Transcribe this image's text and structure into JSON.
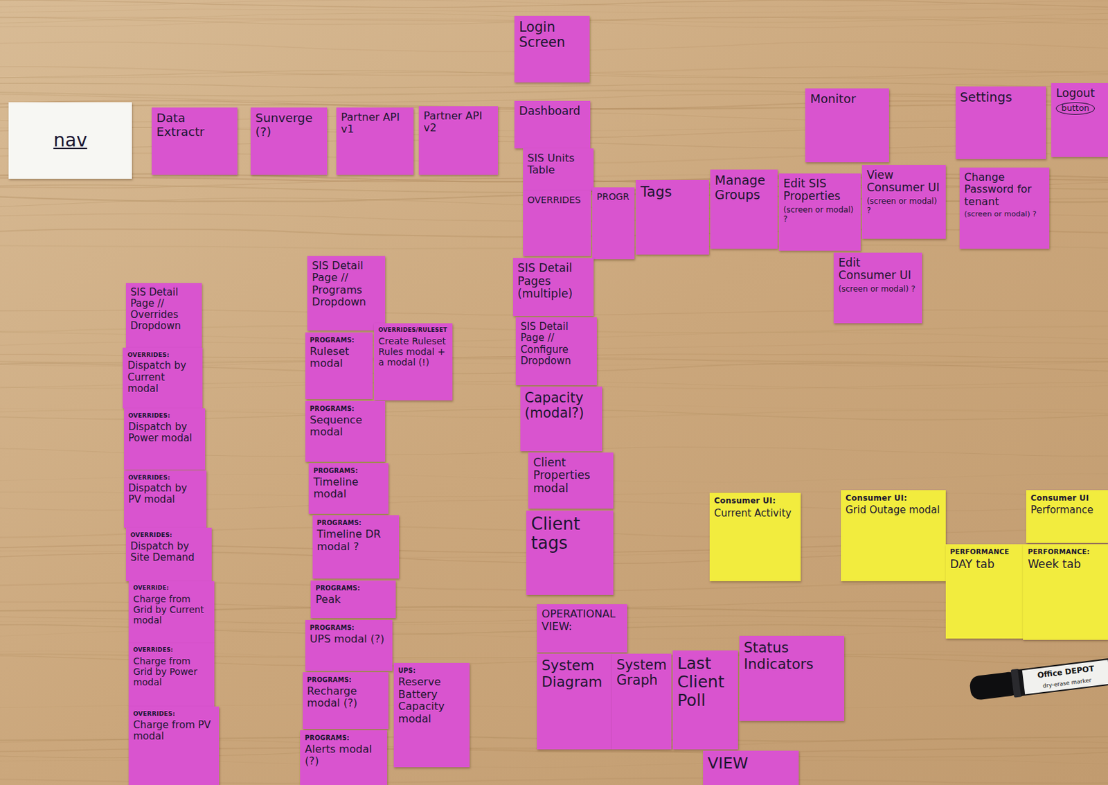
{
  "diagram": {
    "nodes": [
      {
        "text": [
          "nav"
        ]
      },
      {
        "text": [
          "Login Screen"
        ]
      },
      {
        "text": [
          "Data Extractr"
        ]
      },
      {
        "text": [
          "Sunverge (?)"
        ]
      },
      {
        "text": [
          "Partner API v1"
        ]
      },
      {
        "text": [
          "Partner API v2"
        ]
      },
      {
        "text": [
          "Dashboard"
        ]
      },
      {
        "text": [
          "SIS Units Table"
        ]
      },
      {
        "text": [
          "OVERRIDES"
        ]
      },
      {
        "text": [
          "PROGR"
        ]
      },
      {
        "text": [
          "Tags"
        ]
      },
      {
        "text": [
          "Manage Groups"
        ]
      },
      {
        "text": [
          "Edit SIS Properties",
          "(screen or modal) ?"
        ]
      },
      {
        "text": [
          "Monitor"
        ]
      },
      {
        "text": [
          "View Consumer UI",
          "(screen or modal) ?"
        ]
      },
      {
        "text": [
          "Edit Consumer UI",
          "(screen or modal) ?"
        ]
      },
      {
        "text": [
          "Settings"
        ]
      },
      {
        "text": [
          "Logout",
          "button"
        ]
      },
      {
        "text": [
          "Change Password for tenant",
          "(screen or modal) ?"
        ]
      },
      {
        "text": [
          "SIS Detail Page // Overrides Dropdown"
        ]
      },
      {
        "text": [
          "OVERRIDES:",
          "Dispatch by Current modal"
        ]
      },
      {
        "text": [
          "OVERRIDES:",
          "Dispatch by Power modal"
        ]
      },
      {
        "text": [
          "OVERRIDES:",
          "Dispatch by PV modal"
        ]
      },
      {
        "text": [
          "OVERRIDES:",
          "Dispatch by Site Demand"
        ]
      },
      {
        "text": [
          "OVERRIDE:",
          "Charge from Grid by Current modal"
        ]
      },
      {
        "text": [
          "OVERRIDES:",
          "Charge from Grid by Power modal"
        ]
      },
      {
        "text": [
          "OVERRIDES:",
          "Charge from PV modal"
        ]
      },
      {
        "text": [
          "SIS Detail Page // Programs Dropdown"
        ]
      },
      {
        "text": [
          "PROGRAMS:",
          "Ruleset modal"
        ]
      },
      {
        "text": [
          "OVERRIDES/RULESET",
          "Create Ruleset Rules modal + a modal (!)"
        ]
      },
      {
        "text": [
          "PROGRAMS:",
          "Sequence modal"
        ]
      },
      {
        "text": [
          "PROGRAMS:",
          "Timeline modal"
        ]
      },
      {
        "text": [
          "PROGRAMS:",
          "Timeline DR modal ?"
        ]
      },
      {
        "text": [
          "PROGRAMS:",
          "Peak"
        ]
      },
      {
        "text": [
          "PROGRAMS:",
          "UPS modal (?)"
        ]
      },
      {
        "text": [
          "PROGRAMS:",
          "Recharge modal (?)"
        ]
      },
      {
        "text": [
          "PROGRAMS:",
          "Alerts modal (?)"
        ]
      },
      {
        "text": [
          "UPS:",
          "Reserve Battery Capacity modal"
        ]
      },
      {
        "text": [
          "SIS Detail Pages (multiple)"
        ]
      },
      {
        "text": [
          "SIS Detail Page // Configure Dropdown"
        ]
      },
      {
        "text": [
          "Capacity (modal?)"
        ]
      },
      {
        "text": [
          "Client Properties modal"
        ]
      },
      {
        "text": [
          "Client tags"
        ]
      },
      {
        "text": [
          "OPERATIONAL VIEW:"
        ]
      },
      {
        "text": [
          "System Diagram"
        ]
      },
      {
        "text": [
          "System Graph"
        ]
      },
      {
        "text": [
          "Last Client Poll"
        ]
      },
      {
        "text": [
          "Status Indicators"
        ]
      },
      {
        "text": [
          "VIEW"
        ]
      },
      {
        "text": [
          "Consumer UI:",
          "Current Activity"
        ]
      },
      {
        "text": [
          "Consumer UI:",
          "Grid Outage modal"
        ]
      },
      {
        "text": [
          "Consumer UI",
          "Performance"
        ]
      },
      {
        "text": [
          "PERFORMANCE",
          "DAY tab"
        ]
      },
      {
        "text": [
          "PERFORMANCE:",
          "Week tab"
        ]
      }
    ],
    "labels": [
      "Office DEPOT",
      "dry-erase marker"
    ]
  }
}
